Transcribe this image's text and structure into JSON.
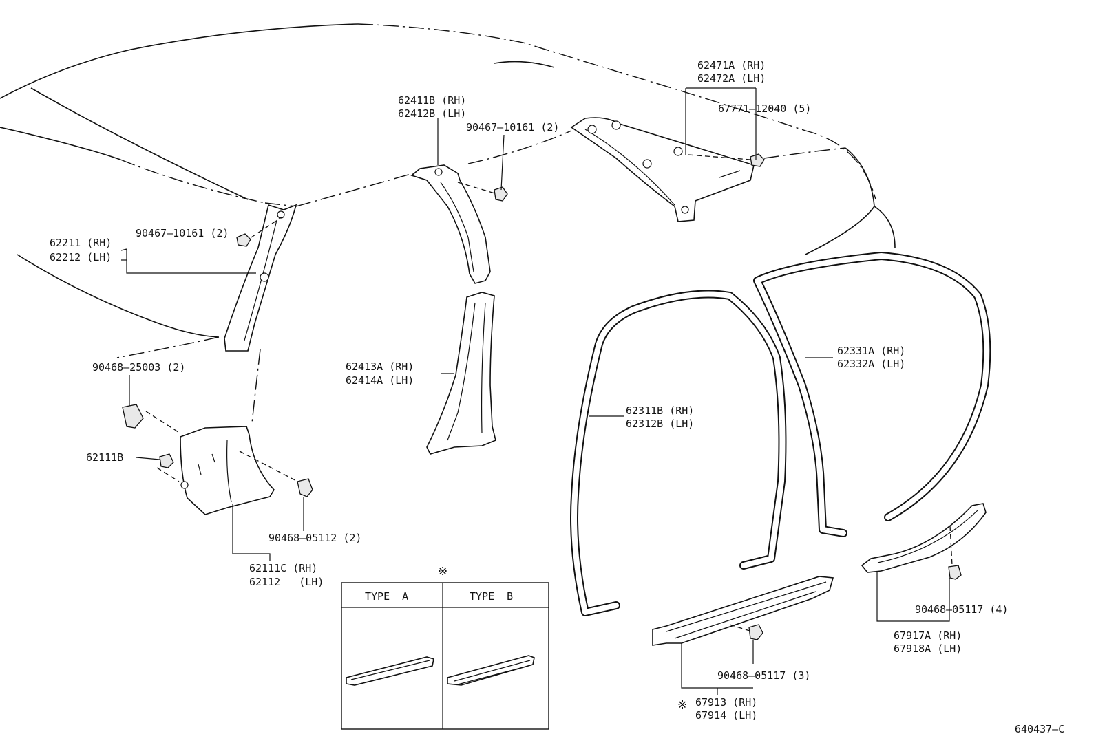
{
  "diagram": {
    "code": "640437–C",
    "parts": {
      "roof_side_rail_rh": "62471A (RH)",
      "roof_side_rail_lh": "62472A (LH)",
      "roof_clip": "67771–12040 (5)",
      "center_pillar_upper_rh": "62411B (RH)",
      "center_pillar_upper_lh": "62412B (LH)",
      "center_clip": "90467–10161 (2)",
      "front_pillar_rh": "62211 (RH)",
      "front_pillar_lh": "62212 (LH)",
      "front_clip": "90467–10161 (2)",
      "kick_clip_a": "90468–25003 (2)",
      "kick_fastener": "62111B",
      "kick_clip_b": "90468–05112 (2)",
      "cowl_side_rh": "62111C (RH)",
      "cowl_side_lh": "62112   (LH)",
      "center_pillar_lower_rh": "62413A (RH)",
      "center_pillar_lower_lh": "62414A (LH)",
      "front_weatherstrip_rh": "62311B (RH)",
      "front_weatherstrip_lh": "62312B (LH)",
      "rear_weatherstrip_rh": "62331A (RH)",
      "rear_weatherstrip_lh": "62332A (LH)",
      "rear_scuff_clip": "90468–05117 (4)",
      "rear_scuff_rh": "67917A (RH)",
      "rear_scuff_lh": "67918A (LH)",
      "front_scuff_clip": "90468–05117 (3)",
      "front_scuff_rh": "67913 (RH)",
      "front_scuff_lh": "67914 (LH)"
    },
    "mark": "※",
    "type_box": {
      "type_a": "TYPE  A",
      "type_b": "TYPE  B"
    }
  }
}
